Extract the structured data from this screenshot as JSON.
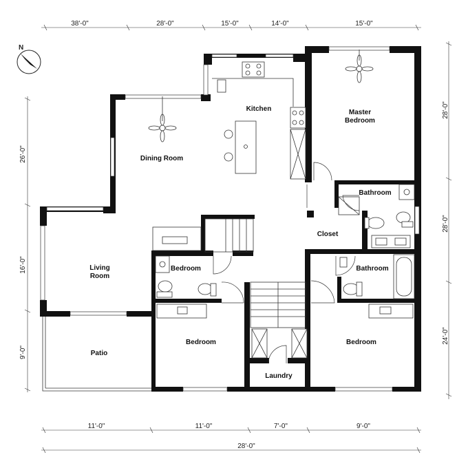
{
  "dimensions": {
    "top": [
      "38'-0\"",
      "28'-0\"",
      "15'-0\"",
      "14'-0\"",
      "15'-0\""
    ],
    "bottom": [
      "11'-0\"",
      "11'-0\"",
      "7'-0\"",
      "9'-0\""
    ],
    "overall_bottom": "28'-0\"",
    "left": [
      "26'-0\"",
      "16'-0\"",
      "9'-0\""
    ],
    "right": [
      "28'-0\"",
      "28'-0\"",
      "24'-0\""
    ]
  },
  "rooms": {
    "kitchen": "Kitchen",
    "master_bedroom_line1": "Master",
    "master_bedroom_line2": "Bedroom",
    "dining_room": "Dining Room",
    "bathroom_master": "Bathroom",
    "closet": "Closet",
    "living_room_line1": "Living",
    "living_room_line2": "Room",
    "bedroom_small": "Bedroom",
    "bathroom_right": "Bathroom",
    "bedroom_left": "Bedroom",
    "bedroom_right": "Bedroom",
    "patio": "Patio",
    "laundry": "Laundry"
  },
  "compass": {
    "label": "N"
  }
}
